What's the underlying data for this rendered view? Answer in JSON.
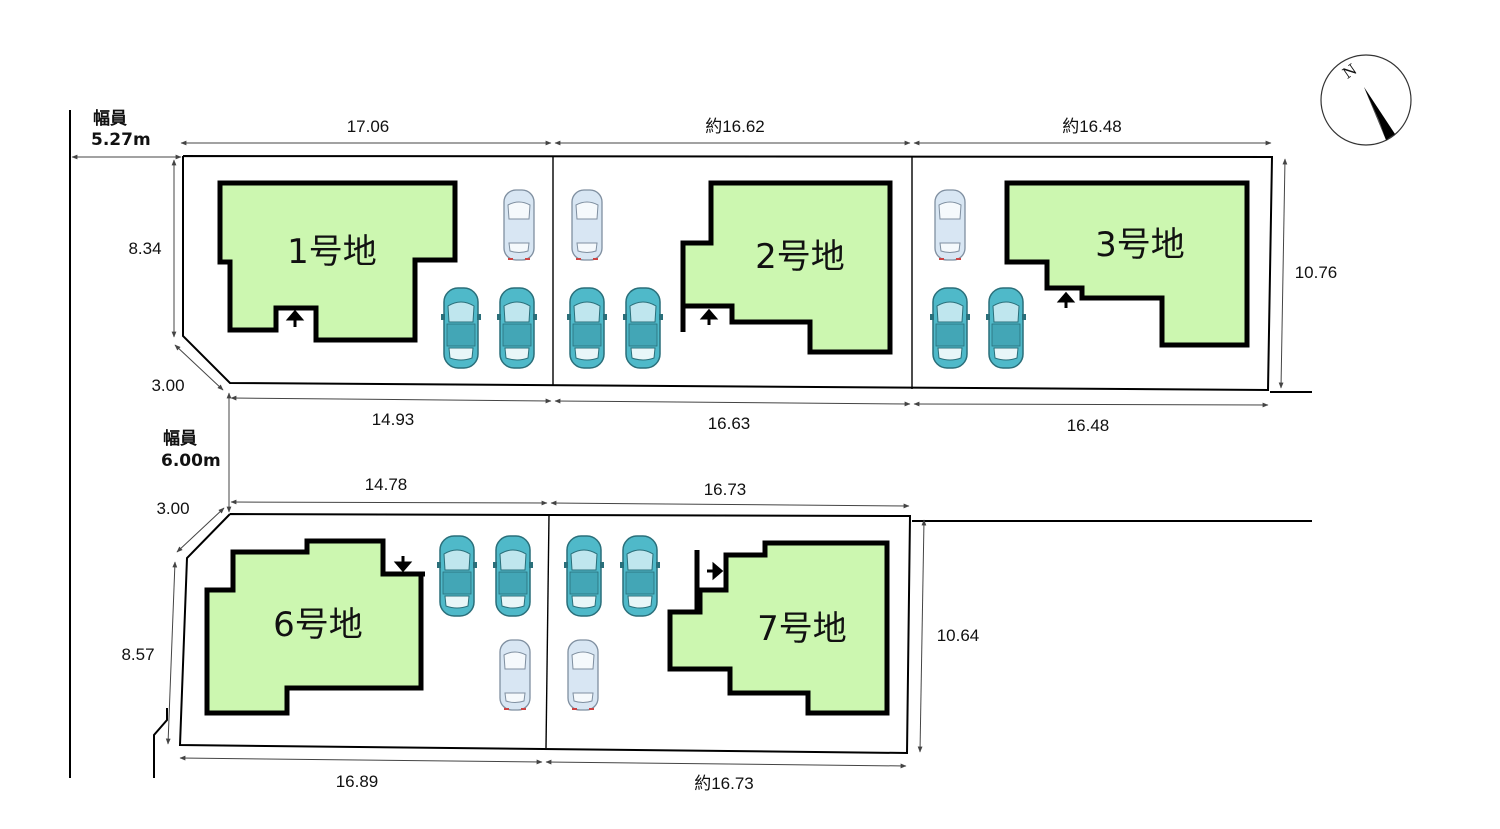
{
  "roads": [
    {
      "label": "幅員",
      "width": "5.27m"
    },
    {
      "label": "幅員",
      "width": "6.00m"
    }
  ],
  "dimensions": {
    "top_row_top": [
      "17.06",
      "約16.62",
      "約16.48"
    ],
    "top_row_bottom": [
      "14.93",
      "16.63",
      "16.48"
    ],
    "top_left_side": "8.34",
    "top_right_side": "10.76",
    "top_corner_cut": "3.00",
    "bottom_row_top": [
      "14.78",
      "16.73"
    ],
    "bottom_row_bottom": [
      "16.89",
      "約16.73"
    ],
    "bottom_left_side": "8.57",
    "bottom_right_side": "10.64",
    "bottom_corner_cut": "3.00"
  },
  "lots": [
    {
      "id": "1",
      "label": "1号地"
    },
    {
      "id": "2",
      "label": "2号地"
    },
    {
      "id": "3",
      "label": "3号地"
    },
    {
      "id": "6",
      "label": "6号地"
    },
    {
      "id": "7",
      "label": "7号地"
    }
  ],
  "compass": {
    "letter": "N",
    "icon": "north-arrow-icon"
  },
  "colors": {
    "house_fill": "#ccf7b0",
    "car_teal": "#4fb9c9",
    "car_light": "#d8e6f3"
  }
}
